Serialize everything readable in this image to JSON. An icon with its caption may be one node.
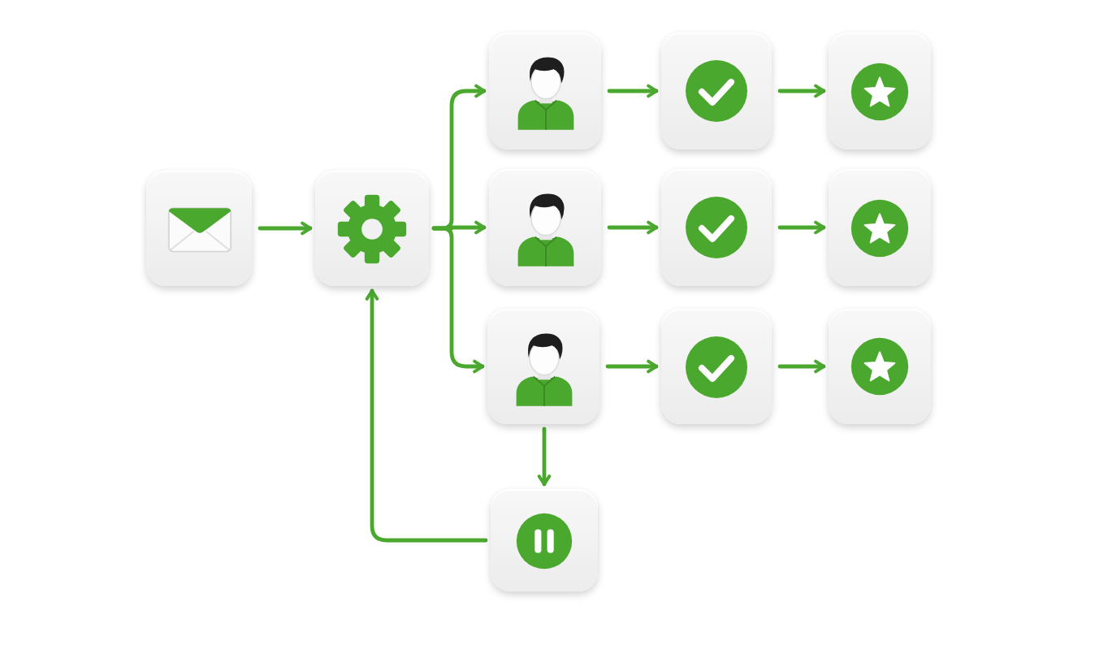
{
  "diagram": {
    "nodes": [
      {
        "text": [],
        "shape": "box"
      },
      {
        "text": [],
        "shape": "box"
      },
      {
        "text": [],
        "shape": "box"
      },
      {
        "text": [],
        "shape": "box"
      },
      {
        "text": [],
        "shape": "box"
      },
      {
        "text": [],
        "shape": "box"
      },
      {
        "text": [],
        "shape": "box"
      },
      {
        "text": [],
        "shape": "box"
      },
      {
        "text": [],
        "shape": "box"
      },
      {
        "text": [],
        "shape": "box"
      },
      {
        "text": [],
        "shape": "box"
      },
      {
        "text": [],
        "shape": "box"
      }
    ],
    "edges": [
      {
        "from": 0,
        "to": 1,
        "arrow": "to"
      },
      {
        "from": 1,
        "to": 2,
        "arrow": "to"
      },
      {
        "from": 1,
        "to": 5,
        "arrow": "to"
      },
      {
        "from": 1,
        "to": 8,
        "arrow": "to"
      },
      {
        "from": 2,
        "to": 3,
        "arrow": "to"
      },
      {
        "from": 3,
        "to": 4,
        "arrow": "to"
      },
      {
        "from": 5,
        "to": 6,
        "arrow": "to"
      },
      {
        "from": 6,
        "to": 7,
        "arrow": "to"
      },
      {
        "from": 8,
        "to": 9,
        "arrow": "to"
      },
      {
        "from": 9,
        "to": 10,
        "arrow": "to"
      },
      {
        "from": 8,
        "to": 11,
        "arrow": "to"
      },
      {
        "from": 11,
        "to": 1,
        "arrow": "to"
      }
    ]
  }
}
